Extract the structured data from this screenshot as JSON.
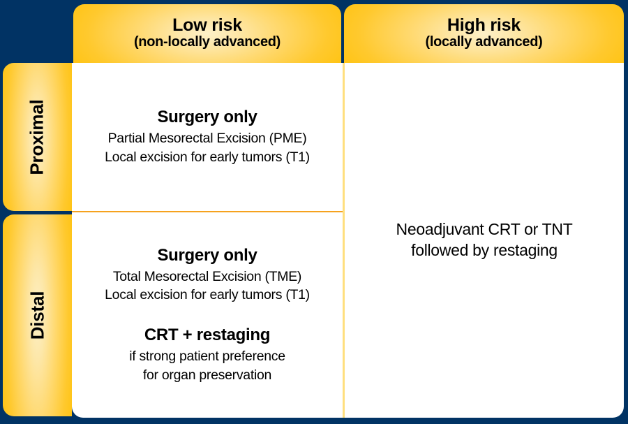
{
  "figure": {
    "type": "decision-matrix",
    "colors": {
      "background_navy": "#013364",
      "tile_gold": "#ffc107",
      "tile_center_cream": "#fdf0c8",
      "panel_white": "#ffffff",
      "column_divider": "#ffdf7e",
      "row_divider": "#f6a21e",
      "text": "#000000"
    }
  },
  "columns": [
    {
      "key": "low_risk",
      "title": "Low risk",
      "subtitle": "(non-locally advanced)"
    },
    {
      "key": "high_risk",
      "title": "High risk",
      "subtitle": "(locally advanced)"
    }
  ],
  "rows": [
    {
      "key": "proximal",
      "label": "Proximal"
    },
    {
      "key": "distal",
      "label": "Distal"
    }
  ],
  "cells": {
    "proximal_low": {
      "blocks": [
        {
          "heading": "Surgery only",
          "lines": [
            "Partial Mesorectal Excision (PME)",
            "Local excision for early tumors (T1)"
          ]
        }
      ]
    },
    "distal_low": {
      "blocks": [
        {
          "heading": "Surgery only",
          "lines": [
            "Total Mesorectal Excision (TME)",
            "Local excision for early tumors (T1)"
          ]
        },
        {
          "heading": "CRT + restaging",
          "lines": [
            "if strong patient preference",
            "for organ preservation"
          ]
        }
      ]
    },
    "high_risk_merged": {
      "lines": [
        "Neoadjuvant CRT or TNT",
        "followed by restaging"
      ]
    }
  }
}
